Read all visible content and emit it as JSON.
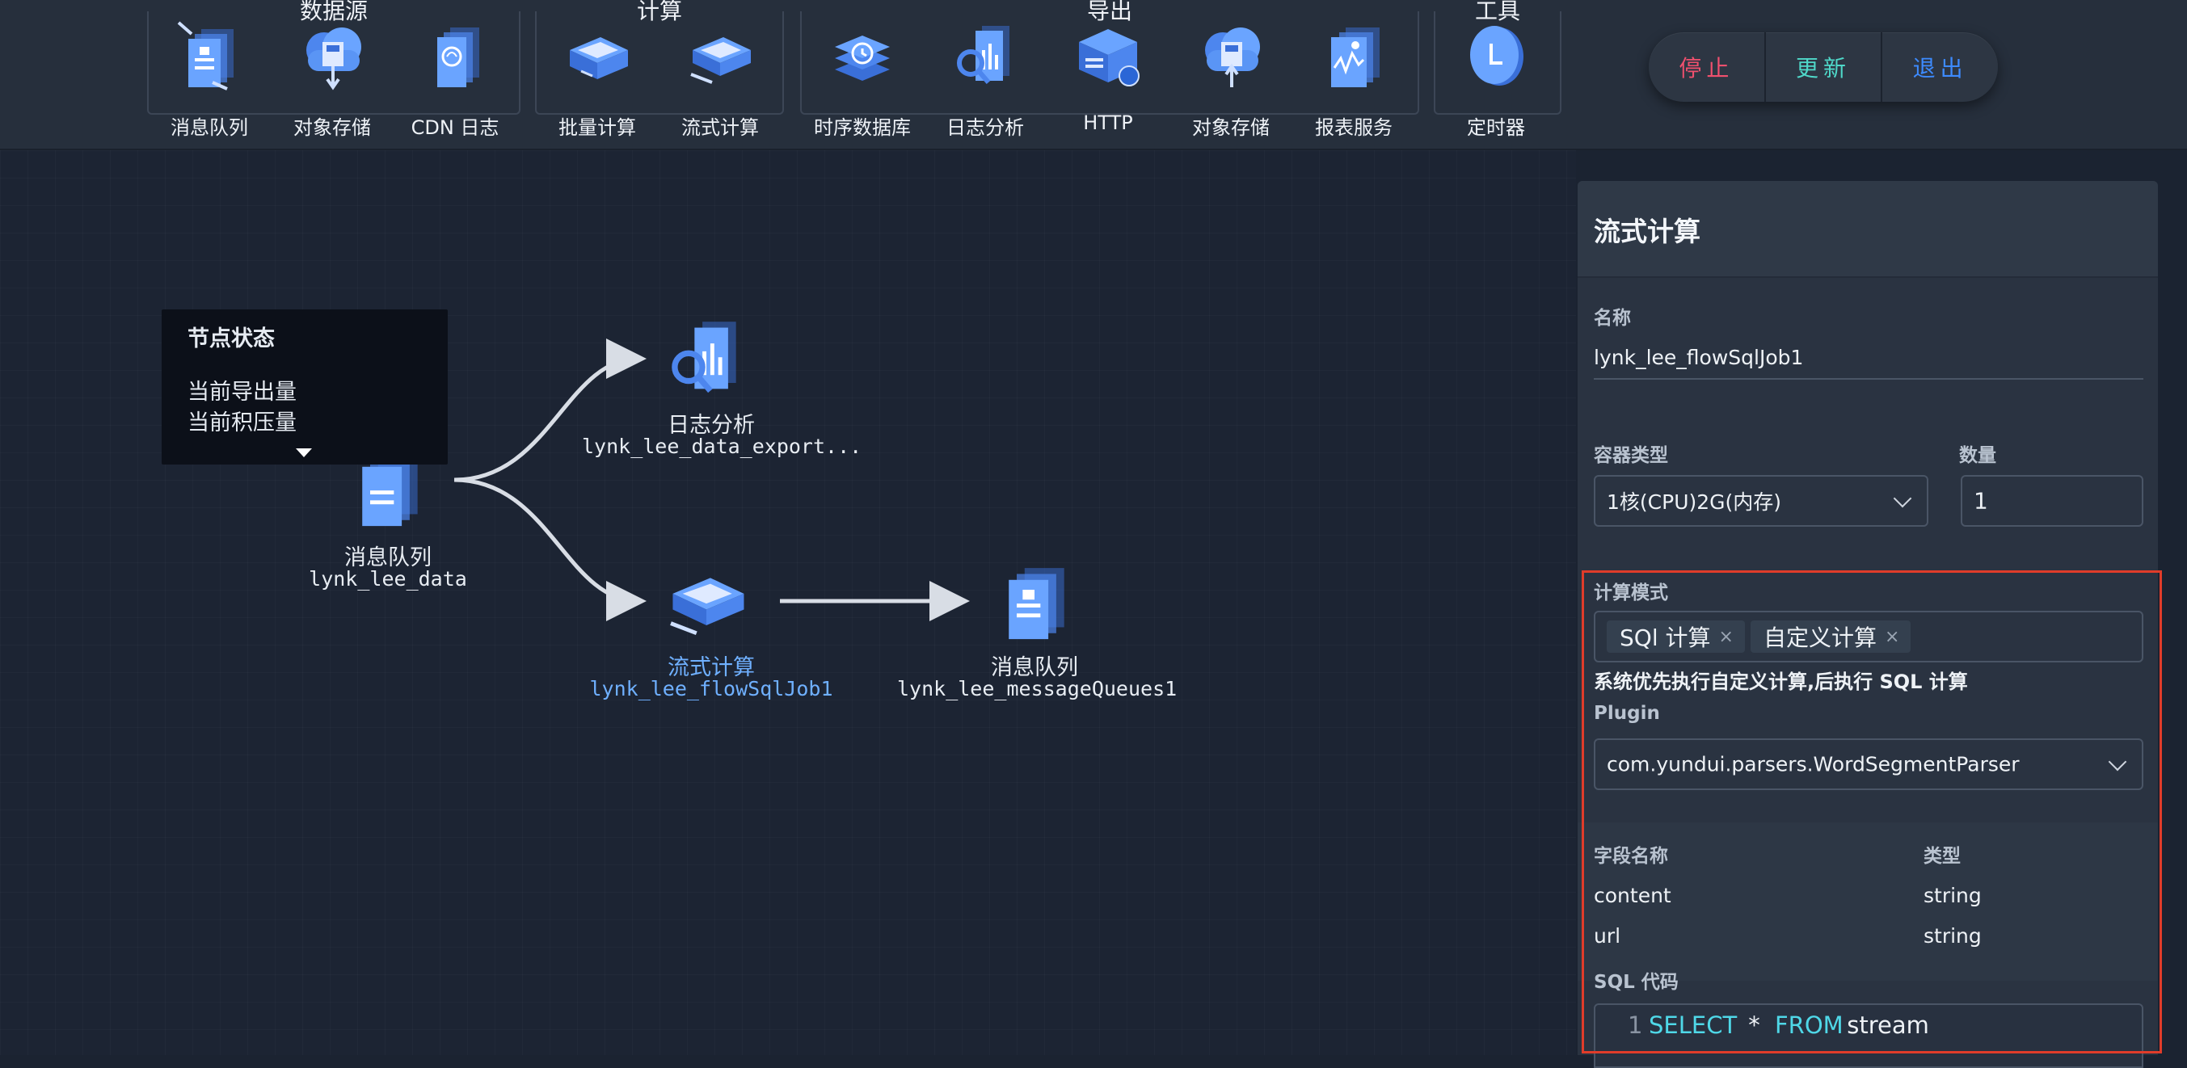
{
  "toolbar": {
    "groups": [
      {
        "title": "数据源",
        "tools": [
          {
            "label": "消息队列",
            "icon": "message-queue-icon"
          },
          {
            "label": "对象存储",
            "icon": "object-storage-icon"
          },
          {
            "label": "CDN 日志",
            "icon": "cdn-log-icon"
          }
        ]
      },
      {
        "title": "计算",
        "tools": [
          {
            "label": "批量计算",
            "icon": "batch-compute-icon"
          },
          {
            "label": "流式计算",
            "icon": "stream-compute-icon"
          }
        ]
      },
      {
        "title": "导出",
        "tools": [
          {
            "label": "时序数据库",
            "icon": "timeseries-db-icon"
          },
          {
            "label": "日志分析",
            "icon": "log-analysis-icon"
          },
          {
            "label": "HTTP",
            "icon": "http-icon"
          },
          {
            "label": "对象存储",
            "icon": "object-storage-export-icon"
          },
          {
            "label": "报表服务",
            "icon": "report-service-icon"
          }
        ]
      },
      {
        "title": "工具",
        "tools": [
          {
            "label": "定时器",
            "icon": "timer-icon"
          }
        ]
      }
    ]
  },
  "actions": {
    "stop": "停止",
    "update": "更新",
    "exit": "退出",
    "stop_color": "#f0506e",
    "update_color": "#4fd8c9",
    "exit_color": "#3d8bff"
  },
  "canvas": {
    "tooltip": {
      "title": "节点状态",
      "line1": "当前导出量",
      "line2": "当前积压量"
    },
    "nodes": {
      "source": {
        "type": "消息队列",
        "name": "lynk_lee_data"
      },
      "log": {
        "type": "日志分析",
        "name": "lynk_lee_data_export..."
      },
      "stream": {
        "type": "流式计算",
        "name": "lynk_lee_flowSqlJob1"
      },
      "sink": {
        "type": "消息队列",
        "name": "lynk_lee_messageQueues1"
      }
    }
  },
  "panel": {
    "title": "流式计算",
    "name_label": "名称",
    "name_value": "lynk_lee_flowSqlJob1",
    "container_label": "容器类型",
    "container_value": "1核(CPU)2G(内存)",
    "count_label": "数量",
    "count_value": "1",
    "mode_label": "计算模式",
    "mode_tags": [
      "SQl 计算",
      "自定义计算"
    ],
    "mode_hint": "系统优先执行自定义计算,后执行 SQL 计算",
    "plugin_label": "Plugin",
    "plugin_value": "com.yundui.parsers.WordSegmentParser",
    "fields_header": {
      "name": "字段名称",
      "type": "类型"
    },
    "fields": [
      {
        "name": "content",
        "type": "string"
      },
      {
        "name": "url",
        "type": "string"
      }
    ],
    "sql_label": "SQL 代码",
    "sql": {
      "line_no": "1",
      "kw1": "SELECT",
      "star": " * ",
      "kw2": "FROM",
      "rest": " stream"
    },
    "highlight_color": "#e03c2a"
  }
}
